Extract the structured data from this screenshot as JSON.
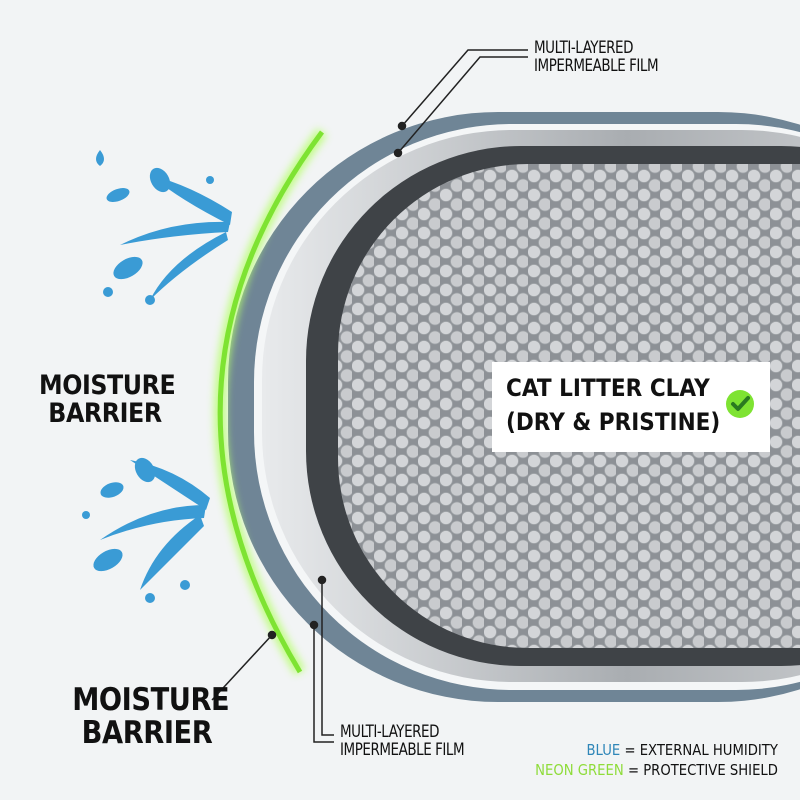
{
  "labels": {
    "film_top": [
      "MULTI-LAYERED",
      "IMPERMEABLE FILM"
    ],
    "film_bottom": [
      "MULTI-LAYERED",
      "IMPERMEABLE FILM"
    ],
    "barrier_mid": [
      "MOISTURE",
      "BARRIER"
    ],
    "barrier_bottom": [
      "MOISTURE",
      "BARRIER"
    ],
    "content_box": [
      "CAT LITTER CLAY",
      "(DRY & PRISTINE)"
    ]
  },
  "legend": {
    "blue_key": "BLUE",
    "blue_desc": "= EXTERNAL HUMIDITY",
    "green_key": "NEON GREEN",
    "green_desc": "= PROTECTIVE SHIELD"
  },
  "colors": {
    "humidity_blue": "#3a9bd5",
    "shield_green": "#7ee332",
    "outer_layer": "#6f8596",
    "legend_blue": "#2f86b8",
    "legend_green": "#8fdc3a"
  },
  "icons": {
    "check": "check-circle-icon",
    "droplets": "water-splash-icon"
  }
}
